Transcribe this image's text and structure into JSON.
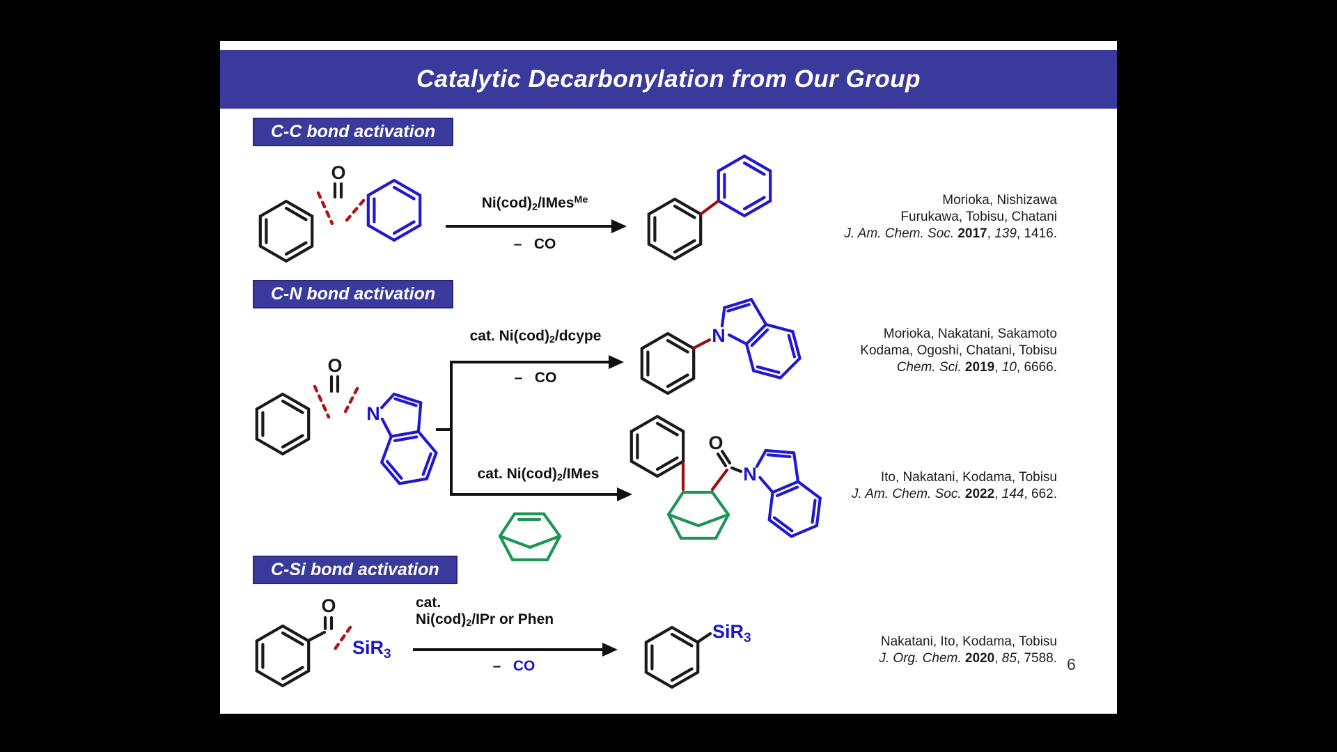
{
  "banner": {
    "title": "Catalytic Decarbonylation from Our Group",
    "bg_color": "#3a3a9d"
  },
  "page_number": "6",
  "colors": {
    "banner_blue": "#3a3a9d",
    "structure_black": "#1a1a1a",
    "structure_blue": "#2118cf",
    "structure_green": "#1e9456",
    "new_bond_red": "#9b0e0e",
    "cleaved_bond_dash_red": "#b31212",
    "co_blue": "#1a14cf"
  },
  "atoms": {
    "oxygen": "O",
    "nitrogen": "N",
    "silyl": "SiR",
    "silyl_sub": "3"
  },
  "sections": {
    "cc": {
      "badge": "C-C bond activation"
    },
    "cn": {
      "badge": "C-N bond activation"
    },
    "csi": {
      "badge": "C-Si bond activation"
    }
  },
  "reactions": {
    "cc": {
      "above": [
        {
          "text": "Ni(cod)",
          "style": "n"
        },
        {
          "text": "2",
          "style": "sub"
        },
        {
          "text": "/IMes",
          "style": "n"
        },
        {
          "text": "Me",
          "style": "sup"
        }
      ],
      "below": [
        {
          "text": "–   ",
          "style": "n"
        },
        {
          "text": "CO",
          "style": "n"
        }
      ]
    },
    "cn1": {
      "above": [
        {
          "text": "cat. Ni(cod)",
          "style": "n"
        },
        {
          "text": "2",
          "style": "sub"
        },
        {
          "text": "/dcype",
          "style": "n"
        }
      ],
      "below": [
        {
          "text": "–   ",
          "style": "n"
        },
        {
          "text": "CO",
          "style": "n"
        }
      ]
    },
    "cn2": {
      "above": [
        {
          "text": "cat. Ni(cod)",
          "style": "n"
        },
        {
          "text": "2",
          "style": "sub"
        },
        {
          "text": "/IMes",
          "style": "n"
        }
      ]
    },
    "csi": {
      "line1": [
        {
          "text": "cat.",
          "style": "n"
        }
      ],
      "line2": [
        {
          "text": "Ni(cod)",
          "style": "n"
        },
        {
          "text": "2",
          "style": "sub"
        },
        {
          "text": "/IPr or Phen",
          "style": "n"
        }
      ],
      "below": [
        {
          "text": "–   ",
          "style": "n"
        },
        {
          "text": "CO",
          "style": "blue"
        }
      ]
    }
  },
  "citations": {
    "cc": [
      [
        {
          "text": "Morioka, Nishizawa",
          "style": "n"
        }
      ],
      [
        {
          "text": "Furukawa, Tobisu, Chatani",
          "style": "n"
        }
      ],
      [
        {
          "text": "J. Am. Chem. Soc. ",
          "style": "i"
        },
        {
          "text": "2017",
          "style": "b"
        },
        {
          "text": ", ",
          "style": "n"
        },
        {
          "text": "139",
          "style": "i"
        },
        {
          "text": ", 1416.",
          "style": "n"
        }
      ]
    ],
    "cn1": [
      [
        {
          "text": "Morioka, Nakatani, Sakamoto",
          "style": "n"
        }
      ],
      [
        {
          "text": "Kodama, Ogoshi, Chatani, Tobisu",
          "style": "n"
        }
      ],
      [
        {
          "text": "Chem. Sci. ",
          "style": "i"
        },
        {
          "text": "2019",
          "style": "b"
        },
        {
          "text": ", ",
          "style": "n"
        },
        {
          "text": "10",
          "style": "i"
        },
        {
          "text": ", 6666.",
          "style": "n"
        }
      ]
    ],
    "cn2": [
      [
        {
          "text": "Ito, Nakatani, Kodama, Tobisu",
          "style": "n"
        }
      ],
      [
        {
          "text": "J. Am. Chem. Soc. ",
          "style": "i"
        },
        {
          "text": "2022",
          "style": "b"
        },
        {
          "text": ", ",
          "style": "n"
        },
        {
          "text": "144",
          "style": "i"
        },
        {
          "text": ", 662.",
          "style": "n"
        }
      ]
    ],
    "csi": [
      [
        {
          "text": "Nakatani, Ito, Kodama, Tobisu",
          "style": "n"
        }
      ],
      [
        {
          "text": "J. Org. Chem. ",
          "style": "i"
        },
        {
          "text": "2020",
          "style": "b"
        },
        {
          "text": ", ",
          "style": "n"
        },
        {
          "text": "85",
          "style": "i"
        },
        {
          "text": ", 7588.",
          "style": "n"
        }
      ]
    ]
  }
}
